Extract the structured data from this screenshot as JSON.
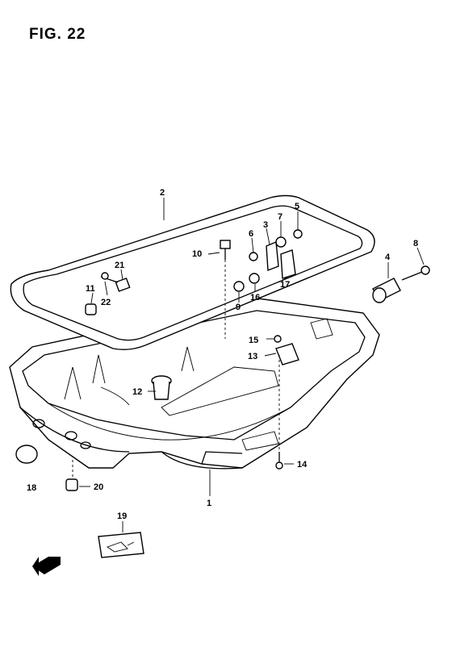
{
  "figure": {
    "title": "FIG. 22"
  },
  "callouts": [
    {
      "id": "c1",
      "label": "1"
    },
    {
      "id": "c2",
      "label": "2"
    },
    {
      "id": "c3",
      "label": "3"
    },
    {
      "id": "c4",
      "label": "4"
    },
    {
      "id": "c5",
      "label": "5"
    },
    {
      "id": "c6",
      "label": "6"
    },
    {
      "id": "c7",
      "label": "7"
    },
    {
      "id": "c8",
      "label": "8"
    },
    {
      "id": "c9",
      "label": "9"
    },
    {
      "id": "c10",
      "label": "10"
    },
    {
      "id": "c11",
      "label": "11"
    },
    {
      "id": "c12",
      "label": "12"
    },
    {
      "id": "c13",
      "label": "13"
    },
    {
      "id": "c14",
      "label": "14"
    },
    {
      "id": "c15",
      "label": "15"
    },
    {
      "id": "c16",
      "label": "16"
    },
    {
      "id": "c17",
      "label": "17"
    },
    {
      "id": "c18",
      "label": "18"
    },
    {
      "id": "c19",
      "label": "19"
    },
    {
      "id": "c20",
      "label": "20"
    },
    {
      "id": "c21",
      "label": "21"
    },
    {
      "id": "c22",
      "label": "22"
    }
  ],
  "icons": {
    "oil_label": "oil-can-icon",
    "front_arrow": "arrow-icon"
  }
}
